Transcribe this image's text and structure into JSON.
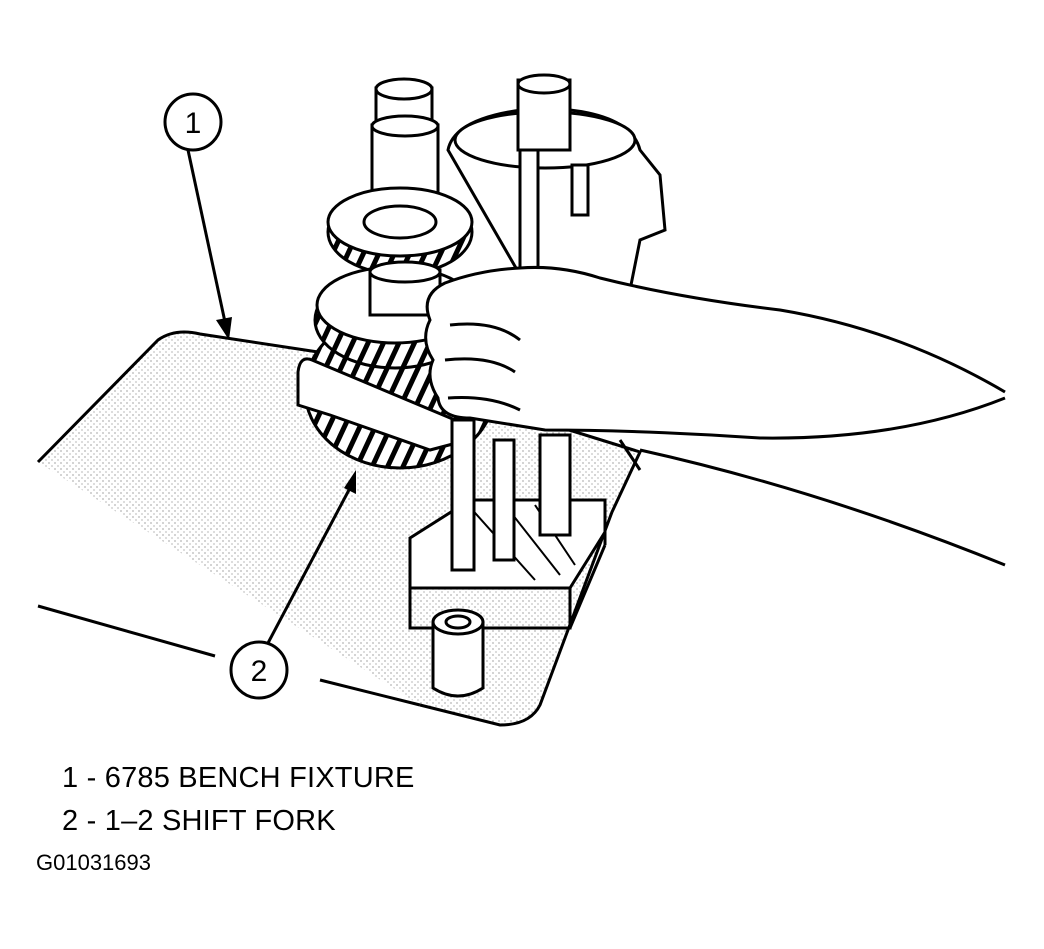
{
  "callouts": [
    {
      "number": "1",
      "text": "6785 BENCH FIXTURE"
    },
    {
      "number": "2",
      "text": "1–2 SHIFT FORK"
    }
  ],
  "legend": [
    {
      "number": "1",
      "sep": "-",
      "text": "6785 BENCH FIXTURE"
    },
    {
      "number": "2",
      "sep": "-",
      "text": "1–2 SHIFT FORK"
    }
  ],
  "figure_id": "G01031693",
  "colors": {
    "ink": "#000000",
    "paper": "#ffffff",
    "stipple": "#b5b5b5"
  }
}
